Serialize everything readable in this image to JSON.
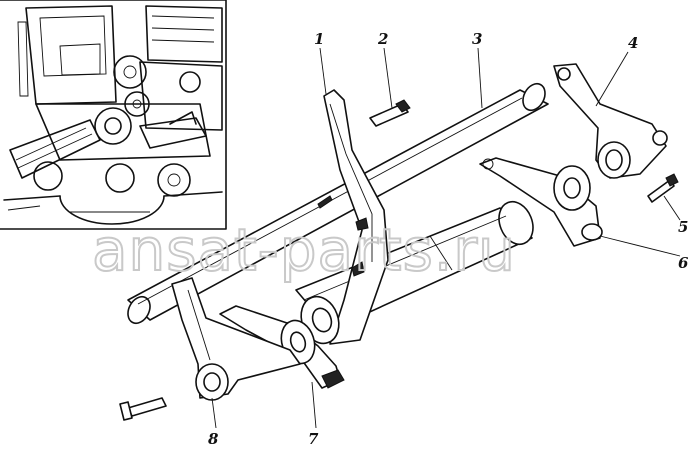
{
  "watermark": "ansat-parts.ru",
  "callouts": [
    {
      "id": "1",
      "text": "1"
    },
    {
      "id": "2",
      "text": "2"
    },
    {
      "id": "3",
      "text": "3"
    },
    {
      "id": "4",
      "text": "4"
    },
    {
      "id": "5",
      "text": "5"
    },
    {
      "id": "6",
      "text": "6"
    },
    {
      "id": "7",
      "text": "7"
    },
    {
      "id": "8",
      "text": "8"
    }
  ]
}
